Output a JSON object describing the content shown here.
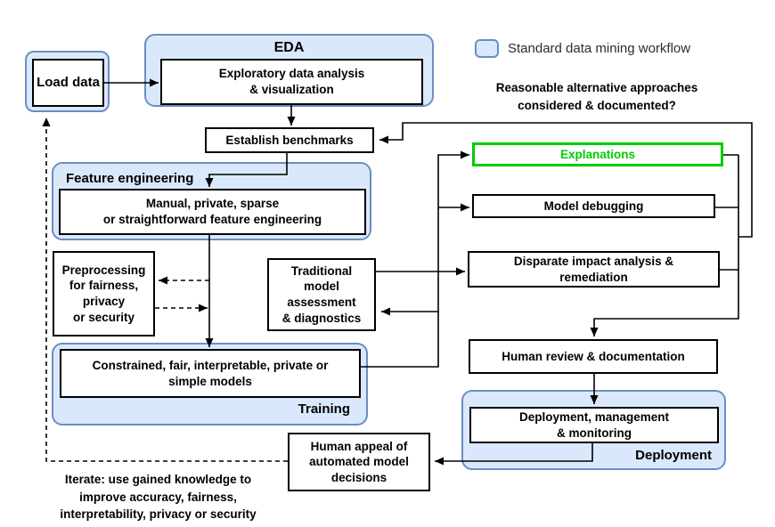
{
  "legend": {
    "label": "Standard data mining workflow"
  },
  "notes": {
    "question": "Reasonable alternative approaches\nconsidered & documented?",
    "iterate": "Iterate: use gained knowledge to\nimprove accuracy, fairness,\ninterpretability, privacy or security"
  },
  "containers": {
    "eda": {
      "label": "EDA"
    },
    "feature_engineering": {
      "label": "Feature engineering"
    },
    "training": {
      "label": "Training"
    },
    "deployment": {
      "label": "Deployment"
    }
  },
  "nodes": {
    "load_data": {
      "label": "Load data"
    },
    "eda_analysis": {
      "label": "Exploratory data analysis\n& visualization"
    },
    "establish_benchmarks": {
      "label": "Establish benchmarks"
    },
    "feature_eng_box": {
      "label": "Manual, private, sparse\nor straightforward feature engineering"
    },
    "explanations": {
      "label": "Explanations"
    },
    "model_debugging": {
      "label": "Model debugging"
    },
    "disparate_impact": {
      "label": "Disparate impact analysis &\nremediation"
    },
    "preprocessing": {
      "label": "Preprocessing\nfor fairness,\nprivacy\nor security"
    },
    "traditional_assessment": {
      "label": "Traditional\nmodel\nassessment\n& diagnostics"
    },
    "human_review": {
      "label": "Human review & documentation"
    },
    "constrained_models": {
      "label": "Constrained, fair, interpretable, private or\nsimple models"
    },
    "deployment_monitoring": {
      "label": "Deployment, management\n& monitoring"
    },
    "human_appeal": {
      "label": "Human appeal of\nautomated model\ndecisions"
    }
  },
  "colors": {
    "container_fill": "#dae8fc",
    "container_border": "#6c8ebf",
    "node_border": "#000000",
    "highlight_green": "#00cc00",
    "connector": "#000000",
    "text": "#000000"
  }
}
